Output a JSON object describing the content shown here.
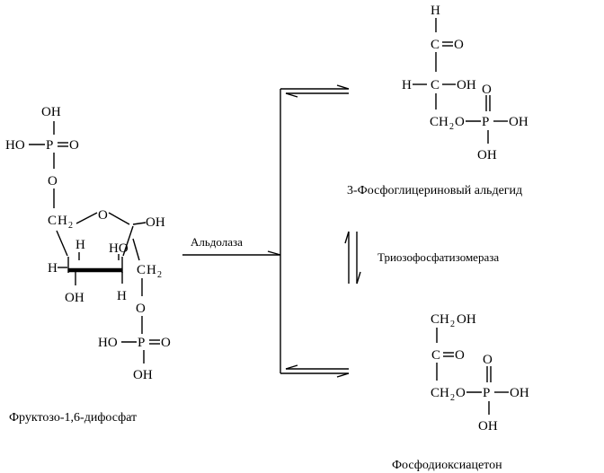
{
  "fructose": {
    "caption": "Фруктозо-1,6-дифосфат",
    "top_phosphate": {
      "oh_top": "OH",
      "ho": "HO",
      "p": "P",
      "o_double": "O",
      "ester_o": "O"
    },
    "ring": {
      "c": "C",
      "h2": "H",
      "sub2": "2",
      "ring_o": "O",
      "oh_anomeric": "OH",
      "h_left": "H",
      "ho_ring": "HO",
      "h_c3": "H",
      "oh_bottom": "OH",
      "h_bottom": "H",
      "c6": "C",
      "h6": "H",
      "sub6": "2",
      "link_o": "O"
    },
    "bottom_phosphate": {
      "ho": "HO",
      "p": "P",
      "o_double": "O",
      "oh": "OH"
    }
  },
  "aldolase_label": "Альдолаза",
  "isomerase_label": "Триозофосфатизомераза",
  "glyceraldehyde": {
    "caption": "3-Фосфоглицериновый альдегид",
    "h_top": "H",
    "c1": "C",
    "o1": "O",
    "h_mid": "H",
    "c2": "C",
    "oh_mid": "OH",
    "ch2": "CH",
    "sub2": "2",
    "ester_o": "O",
    "p": "P",
    "p_oh": "OH",
    "o_double": "O",
    "oh_bottom": "OH"
  },
  "dhap": {
    "caption": "Фосфодиоксиацетон",
    "ch2_top": "CH",
    "sub_top": "2",
    "oh_top": "OH",
    "c": "C",
    "o_double": "O",
    "o_p": "O",
    "ch2": "CH",
    "sub2": "2",
    "ester_o": "O",
    "p": "P",
    "p_oh": "OH",
    "oh_bottom": "OH"
  }
}
